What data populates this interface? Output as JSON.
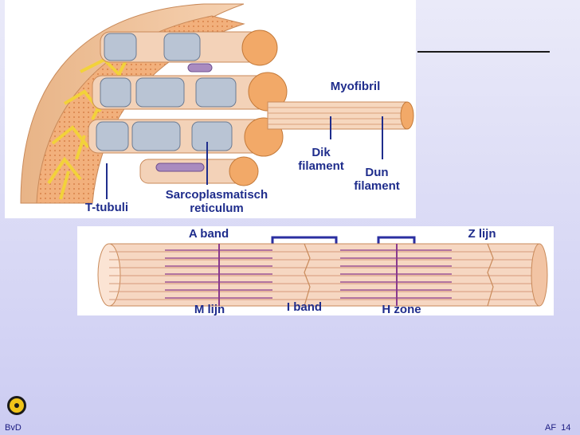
{
  "top_figure": {
    "labels": {
      "myofibril": "Myofibril",
      "dik_filament": "Dik\nfilament",
      "dun_filament": "Dun\nfilament",
      "sarcoplasmatisch_reticulum": "Sarcoplasmatisch\nreticulum",
      "t_tubuli": "T-tubuli"
    }
  },
  "bottom_figure": {
    "labels": {
      "a_band": "A band",
      "z_lijn": "Z lijn",
      "m_lijn": "M lijn",
      "i_band": "I band",
      "h_zone": "H zone"
    }
  },
  "footer": {
    "left": "BvD",
    "right": "AF  14"
  },
  "colors": {
    "label_blue": "#1f2d8c",
    "pointer_line": "#1f2d8c",
    "fiber_peach": "#f3c6a8",
    "fiber_orange": "#e9a46f",
    "reticulum_grey": "#b9c4d4",
    "tubuli_yellow": "#f2d23a",
    "band_purple": "#8a3a8c"
  }
}
